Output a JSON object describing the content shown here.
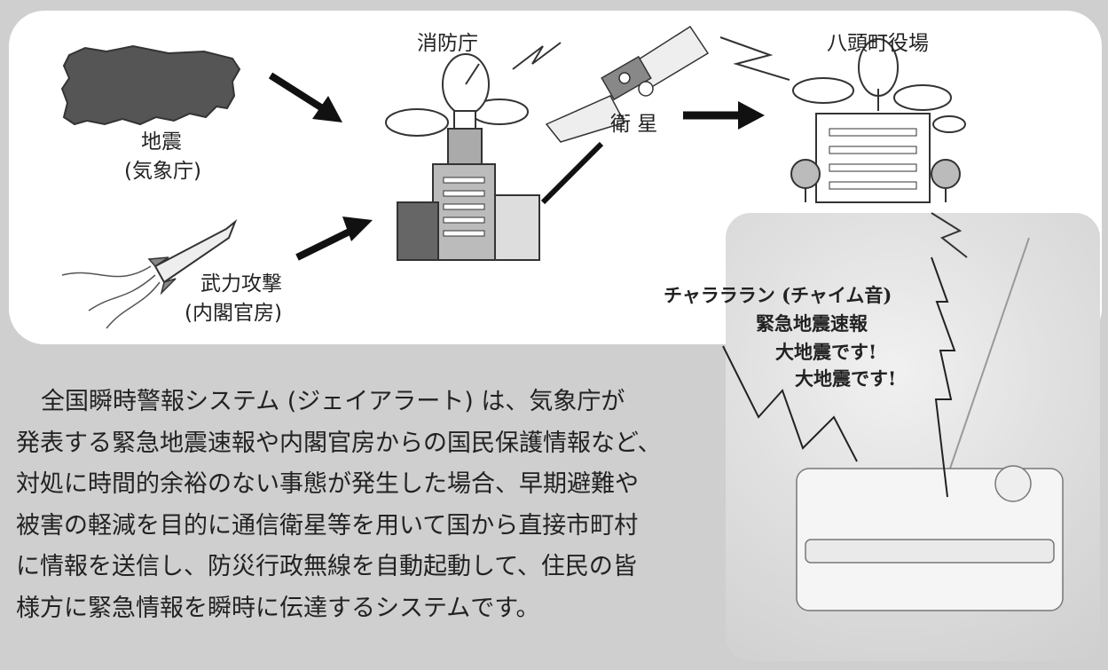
{
  "diagram": {
    "fire_agency": "消防庁",
    "town_office": "八頭町役場",
    "earthquake": "地震",
    "jma": "(気象庁)",
    "attack": "武力攻撃",
    "cabinet": "(内閣官房)",
    "satellite": "衛 星",
    "radio_lines": [
      "チャラララン (チャイム音)",
      "緊急地震速報",
      "大地震です!",
      "大地震です!"
    ]
  },
  "description": {
    "lines": [
      "全国瞬時警報システム (ジェイアラート) は、気象庁が",
      "発表する緊急地震速報や内閣官房からの国民保護情報など、",
      "対処に時間的余裕のない事態が発生した場合、早期避難や",
      "被害の軽減を目的に通信衛星等を用いて国から直接市町村",
      "に情報を送信し、防災行政無線を自動起動して、住民の皆",
      "様方に緊急情報を瞬時に伝達するシステムです。"
    ]
  },
  "colors": {
    "background": "#cfcfcf",
    "panel": "#ffffff",
    "ink": "#222222"
  }
}
